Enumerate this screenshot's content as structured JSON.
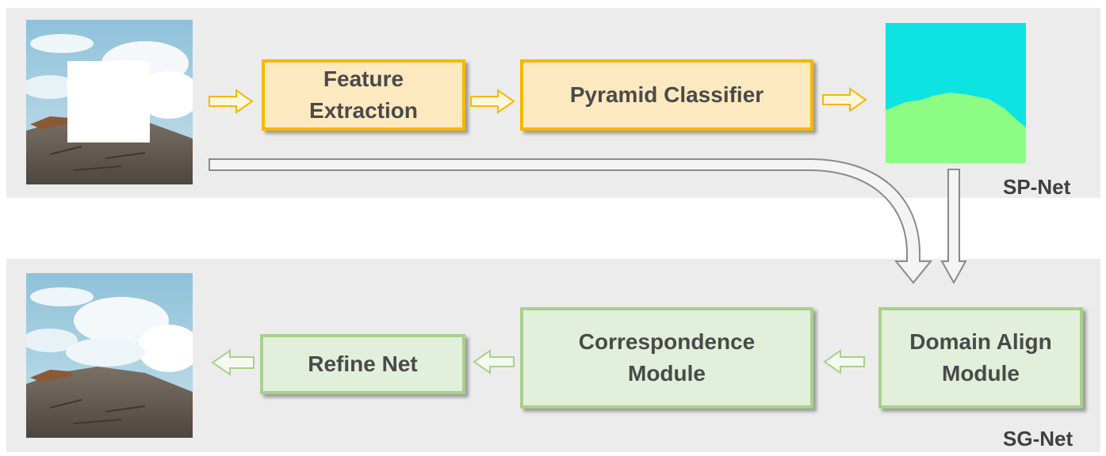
{
  "modules": {
    "feature_extraction": "Feature\nExtraction",
    "pyramid_classifier": "Pyramid Classifier",
    "domain_align": "Domain Align\nModule",
    "correspondence": "Correspondence\nModule",
    "refine_net": "Refine Net"
  },
  "labels": {
    "sp_net": "SP-Net",
    "sg_net": "SG-Net"
  },
  "colors": {
    "sp_fill": "#fde9c0",
    "sp_border": "#f5b800",
    "sg_fill": "#e2efda",
    "sg_border": "#a8d08d",
    "seg_sky": "#0de3e3",
    "seg_ground": "#8cfc84"
  }
}
